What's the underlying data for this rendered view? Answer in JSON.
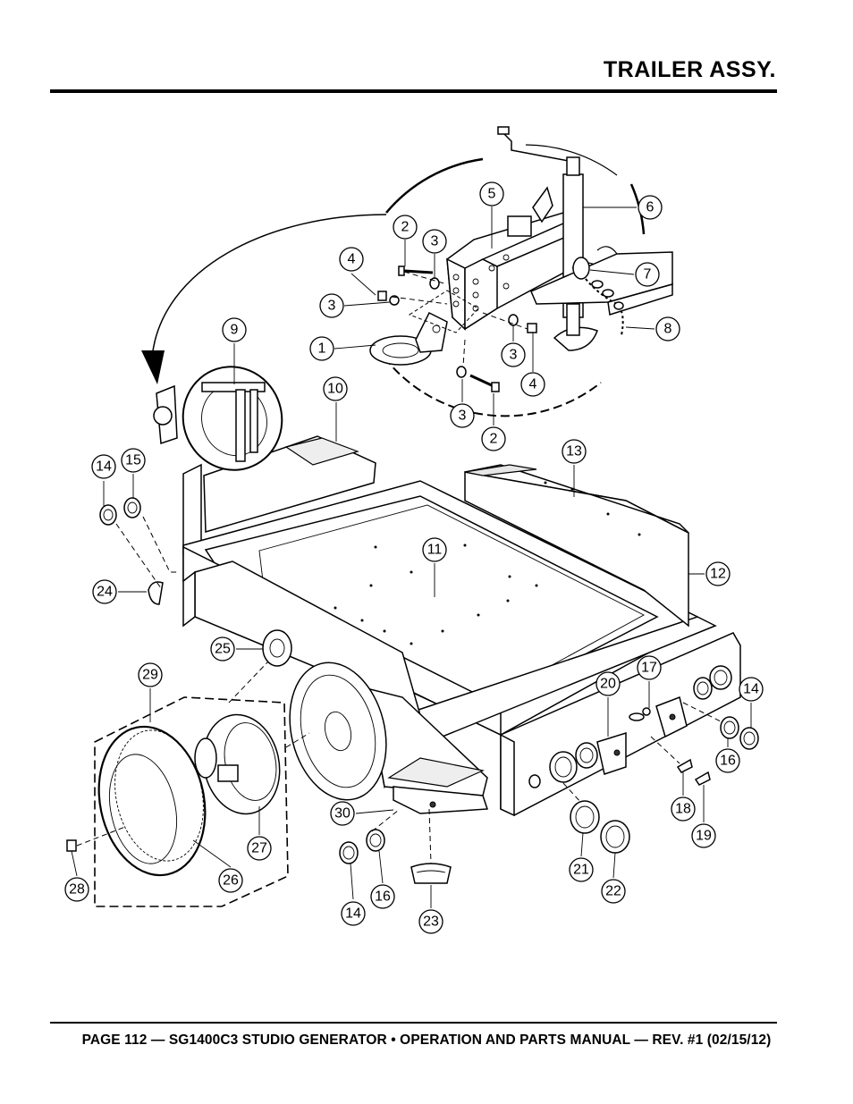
{
  "header": {
    "title": "TRAILER ASSY."
  },
  "footer": {
    "text": "PAGE 112 — SG1400C3 STUDIO GENERATOR • OPERATION AND PARTS MANUAL — REV. #1 (02/15/12)"
  },
  "callouts": [
    {
      "id": "c1",
      "label": "1"
    },
    {
      "id": "c2a",
      "label": "2"
    },
    {
      "id": "c2b",
      "label": "2"
    },
    {
      "id": "c3a",
      "label": "3"
    },
    {
      "id": "c3b",
      "label": "3"
    },
    {
      "id": "c3c",
      "label": "3"
    },
    {
      "id": "c3d",
      "label": "3"
    },
    {
      "id": "c4a",
      "label": "4"
    },
    {
      "id": "c4b",
      "label": "4"
    },
    {
      "id": "c5",
      "label": "5"
    },
    {
      "id": "c6",
      "label": "6"
    },
    {
      "id": "c7",
      "label": "7"
    },
    {
      "id": "c8",
      "label": "8"
    },
    {
      "id": "c9",
      "label": "9"
    },
    {
      "id": "c10",
      "label": "10"
    },
    {
      "id": "c11",
      "label": "11"
    },
    {
      "id": "c12",
      "label": "12"
    },
    {
      "id": "c13",
      "label": "13"
    },
    {
      "id": "c14a",
      "label": "14"
    },
    {
      "id": "c14b",
      "label": "14"
    },
    {
      "id": "c14c",
      "label": "14"
    },
    {
      "id": "c15",
      "label": "15"
    },
    {
      "id": "c16a",
      "label": "16"
    },
    {
      "id": "c16b",
      "label": "16"
    },
    {
      "id": "c17",
      "label": "17"
    },
    {
      "id": "c18",
      "label": "18"
    },
    {
      "id": "c19",
      "label": "19"
    },
    {
      "id": "c20",
      "label": "20"
    },
    {
      "id": "c21",
      "label": "21"
    },
    {
      "id": "c22",
      "label": "22"
    },
    {
      "id": "c23",
      "label": "23"
    },
    {
      "id": "c24",
      "label": "24"
    },
    {
      "id": "c25",
      "label": "25"
    },
    {
      "id": "c26",
      "label": "26"
    },
    {
      "id": "c27",
      "label": "27"
    },
    {
      "id": "c28",
      "label": "28"
    },
    {
      "id": "c29",
      "label": "29"
    },
    {
      "id": "c30",
      "label": "30"
    }
  ]
}
